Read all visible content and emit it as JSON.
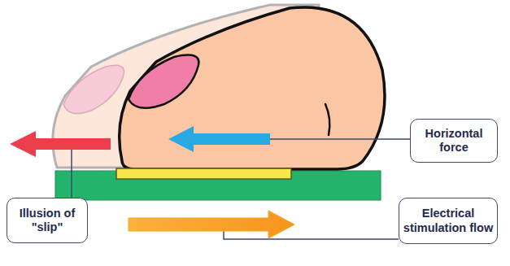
{
  "diagram": {
    "nodes": [
      {
        "text": [
          "Horizontal force"
        ]
      },
      {
        "text": [
          "Illusion of \"slip\""
        ]
      },
      {
        "text": [
          "Electrical stimulation flow"
        ]
      }
    ]
  }
}
